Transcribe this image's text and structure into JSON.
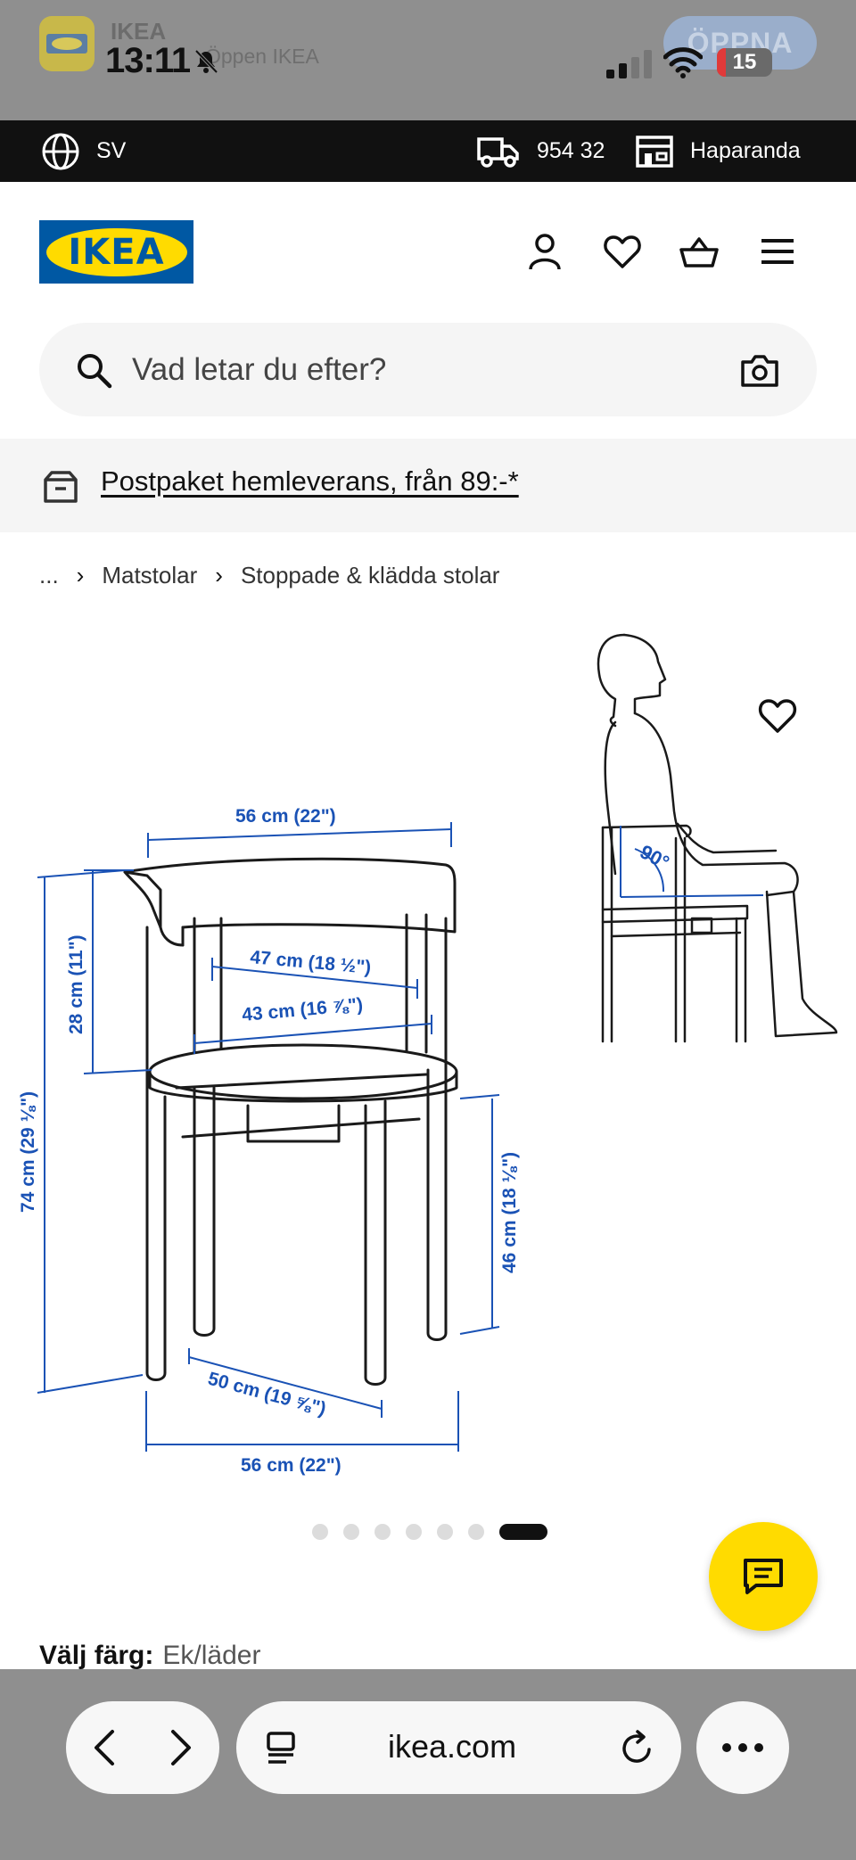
{
  "status": {
    "time": "13:11",
    "banner_app": "IKEA",
    "banner_subtitle": "Öppen IKEA",
    "open_label": "ÖPPNA",
    "battery": "15"
  },
  "topbar": {
    "language": "SV",
    "postcode": "954 32",
    "store": "Haparanda"
  },
  "header": {
    "logo_text": "IKEA"
  },
  "search": {
    "placeholder": "Vad letar du efter?"
  },
  "delivery": {
    "text": "Postpaket hemleverans, från 89:-*"
  },
  "breadcrumb": {
    "items": [
      "...",
      "Matstolar",
      "Stoppade & klädda stolar"
    ]
  },
  "dimensions": {
    "top_width": "56 cm (22\")",
    "back_height": "28 cm (11\")",
    "inner_width_back": "47 cm (18 ½\")",
    "seat_width": "43 cm (16 ⅞\")",
    "total_height": "74 cm (29 ⅛\")",
    "seat_height": "46 cm (18 ⅛\")",
    "depth": "50 cm (19 ⅝\")",
    "bottom_width": "56 cm (22\")",
    "angle": "90°"
  },
  "carousel": {
    "count": 7,
    "active_index": 6
  },
  "product": {
    "color_label": "Välj färg:",
    "color_value": "Ek/läder"
  },
  "browser": {
    "url": "ikea.com"
  },
  "colors": {
    "ikea_blue": "#0058a3",
    "ikea_yellow": "#ffdb00",
    "dimension_blue": "#1a52b5"
  }
}
